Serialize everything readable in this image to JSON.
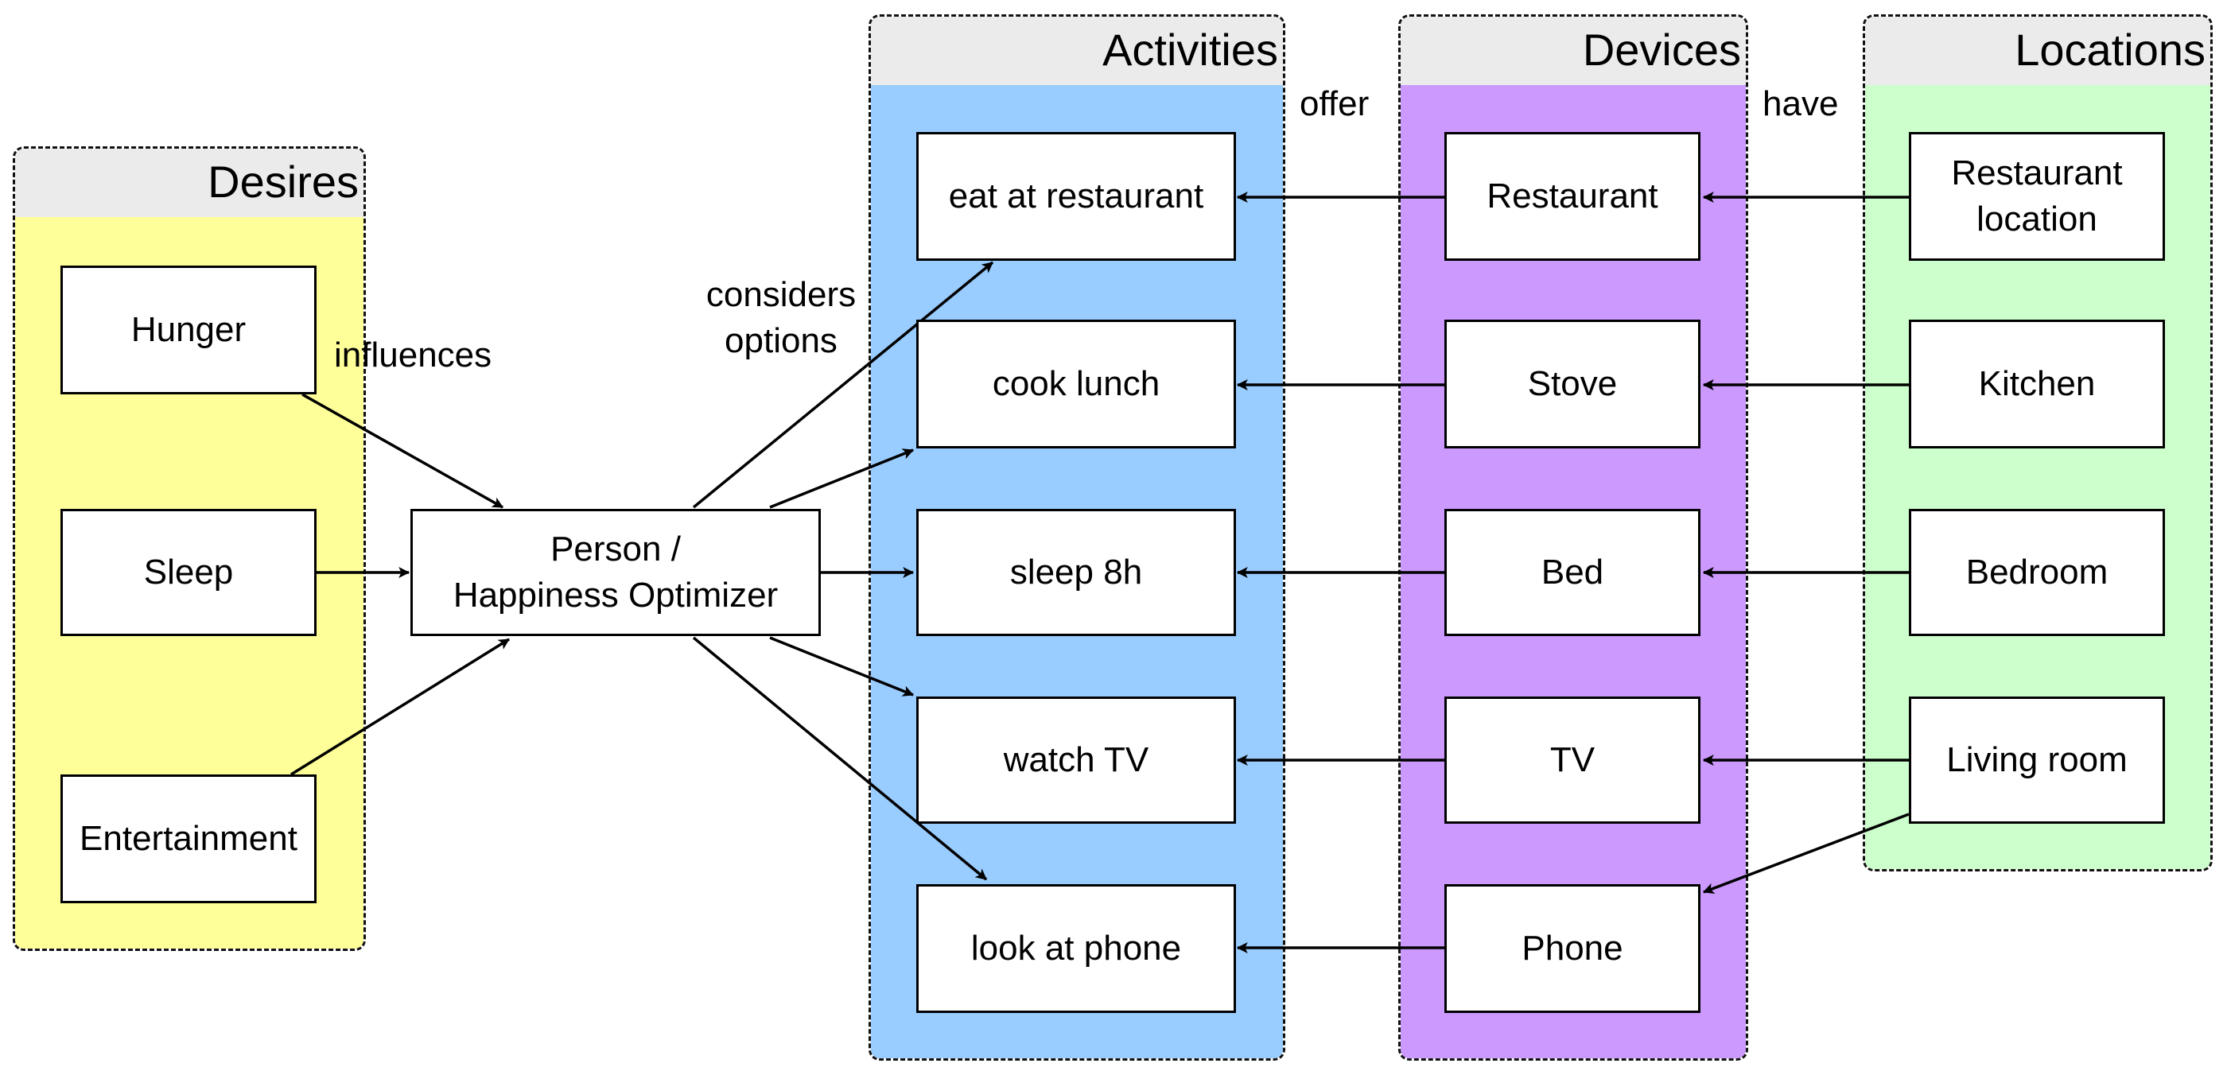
{
  "groups": {
    "desires": {
      "title": "Desires",
      "color": "#ffff99"
    },
    "activities": {
      "title": "Activities",
      "color": "#99ccff"
    },
    "devices": {
      "title": "Devices",
      "color": "#cc99ff"
    },
    "locations": {
      "title": "Locations",
      "color": "#ccffcc"
    }
  },
  "nodes": {
    "hunger": "Hunger",
    "sleep": "Sleep",
    "entertainment": "Entertainment",
    "person": "Person /\nHappiness Optimizer",
    "eat_at_restaurant": "eat at restaurant",
    "cook_lunch": "cook lunch",
    "sleep_8h": "sleep 8h",
    "watch_tv": "watch TV",
    "look_at_phone": "look at phone",
    "restaurant": "Restaurant",
    "stove": "Stove",
    "bed": "Bed",
    "tv": "TV",
    "phone": "Phone",
    "restaurant_location": "Restaurant\nlocation",
    "kitchen": "Kitchen",
    "bedroom": "Bedroom",
    "living_room": "Living room"
  },
  "edge_labels": {
    "influences": "influences",
    "considers_options": "considers\noptions",
    "offer": "offer",
    "have": "have"
  }
}
